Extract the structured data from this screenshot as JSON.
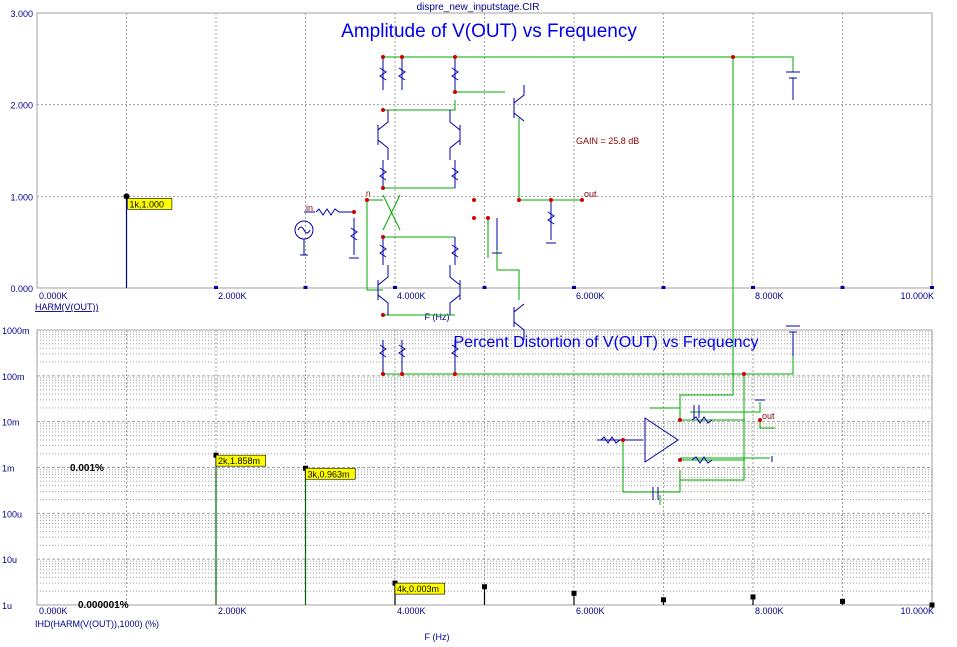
{
  "window_title": "dispre_new_inputstage.CIR",
  "colors": {
    "axis_text": "#00008b",
    "title": "#0000ee",
    "grid": "#a0a0a0",
    "series": "#006400",
    "schem_blue": "#0000aa",
    "schem_green": "#00aa00",
    "schem_red": "#cc0000",
    "label_bg": "#ffff00",
    "gain_text": "#8b0000",
    "stem_black": "#000000"
  },
  "chart_data": [
    {
      "type": "bar",
      "title": "Amplitude of V(OUT) vs Frequency",
      "xlabel": "F (Hz)",
      "ylabel": "HARM(V(OUT))",
      "xlim": [
        0,
        10000
      ],
      "ylim": [
        0,
        3
      ],
      "x_ticks": [
        "0.000K",
        "2.000K",
        "4.000K",
        "6.000K",
        "8.000K",
        "10.000K"
      ],
      "y_ticks": [
        "0.000",
        "1.000",
        "2.000",
        "3.000"
      ],
      "grid": true,
      "points": [
        {
          "x": 1000,
          "y": 1.0,
          "label": "1k,1.000"
        },
        {
          "x": 2000,
          "y": 0.0
        },
        {
          "x": 3000,
          "y": 0.0
        },
        {
          "x": 4000,
          "y": 0.0
        },
        {
          "x": 5000,
          "y": 0.0
        },
        {
          "x": 6000,
          "y": 0.0
        },
        {
          "x": 7000,
          "y": 0.0
        },
        {
          "x": 8000,
          "y": 0.0
        },
        {
          "x": 9000,
          "y": 0.0
        },
        {
          "x": 10000,
          "y": 0.0
        }
      ]
    },
    {
      "type": "bar",
      "title": "Percent Distortion of V(OUT) vs Frequency",
      "xlabel": "F (Hz)",
      "ylabel": "IHD(HARM(V(OUT)),1000) (%)",
      "xlim": [
        0,
        10000
      ],
      "ylim_log": [
        1e-06,
        1
      ],
      "log_scale": true,
      "x_ticks": [
        "0.000K",
        "2.000K",
        "4.000K",
        "6.000K",
        "8.000K",
        "10.000K"
      ],
      "y_ticks": [
        "1000m",
        "100m",
        "10m",
        "1m",
        "100u",
        "10u",
        "1u"
      ],
      "grid": true,
      "annotations": [
        "0.001%",
        "0.000001%"
      ],
      "points": [
        {
          "x": 2000,
          "y": 0.001858,
          "label": "2k,1.858m"
        },
        {
          "x": 3000,
          "y": 0.000963,
          "label": "3k,0.963m"
        },
        {
          "x": 4000,
          "y": 3e-06,
          "label": "4k,0.003m"
        },
        {
          "x": 5000,
          "y": 2.5e-06
        },
        {
          "x": 6000,
          "y": 1.8e-06
        },
        {
          "x": 7000,
          "y": 1.3e-06
        },
        {
          "x": 8000,
          "y": 1.5e-06
        },
        {
          "x": 9000,
          "y": 1.2e-06
        },
        {
          "x": 10000,
          "y": 1e-06
        }
      ]
    }
  ],
  "schematic": {
    "gain_text": "GAIN = 25.8 dB",
    "net_in": "in",
    "net_out_1": "out",
    "net_out_2": "out",
    "net_n": "n"
  }
}
